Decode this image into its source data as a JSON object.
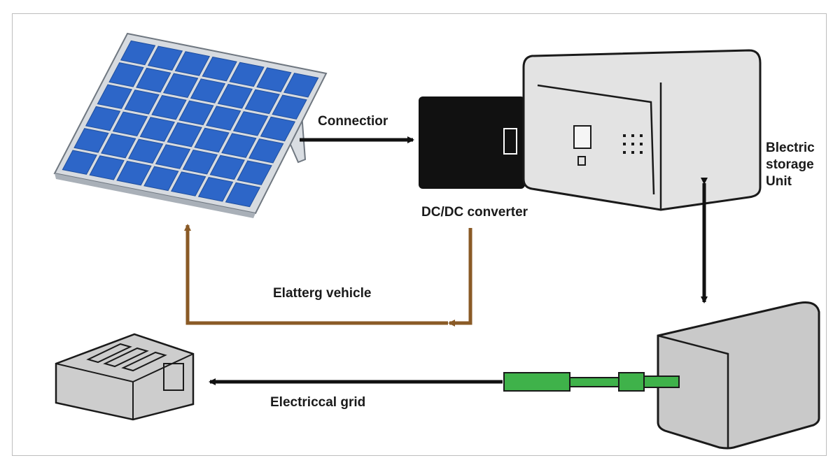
{
  "labels": {
    "connection": "Connectior",
    "converter": "DC/DC converter",
    "storage_line1": "Blectric",
    "storage_line2": "storage",
    "storage_line3": "Unit",
    "vehicle": "Elatterg vehicle",
    "grid": "Electriccal grid"
  },
  "colors": {
    "panel_cell": "#2d66c8",
    "panel_frame": "#cfd3d8",
    "converter_body": "#111111",
    "storage_body": "#e3e3e3",
    "battery_body": "#c9c9c9",
    "grid_box": "#cdcdcd",
    "brown_arrow": "#8a5a26",
    "black_arrow": "#111111",
    "plug_green": "#3fb24a"
  },
  "icons": [
    "solar-panel-icon",
    "dc-dc-converter-icon",
    "storage-unit-icon",
    "battery-box-icon",
    "grid-box-icon",
    "plug-icon"
  ]
}
